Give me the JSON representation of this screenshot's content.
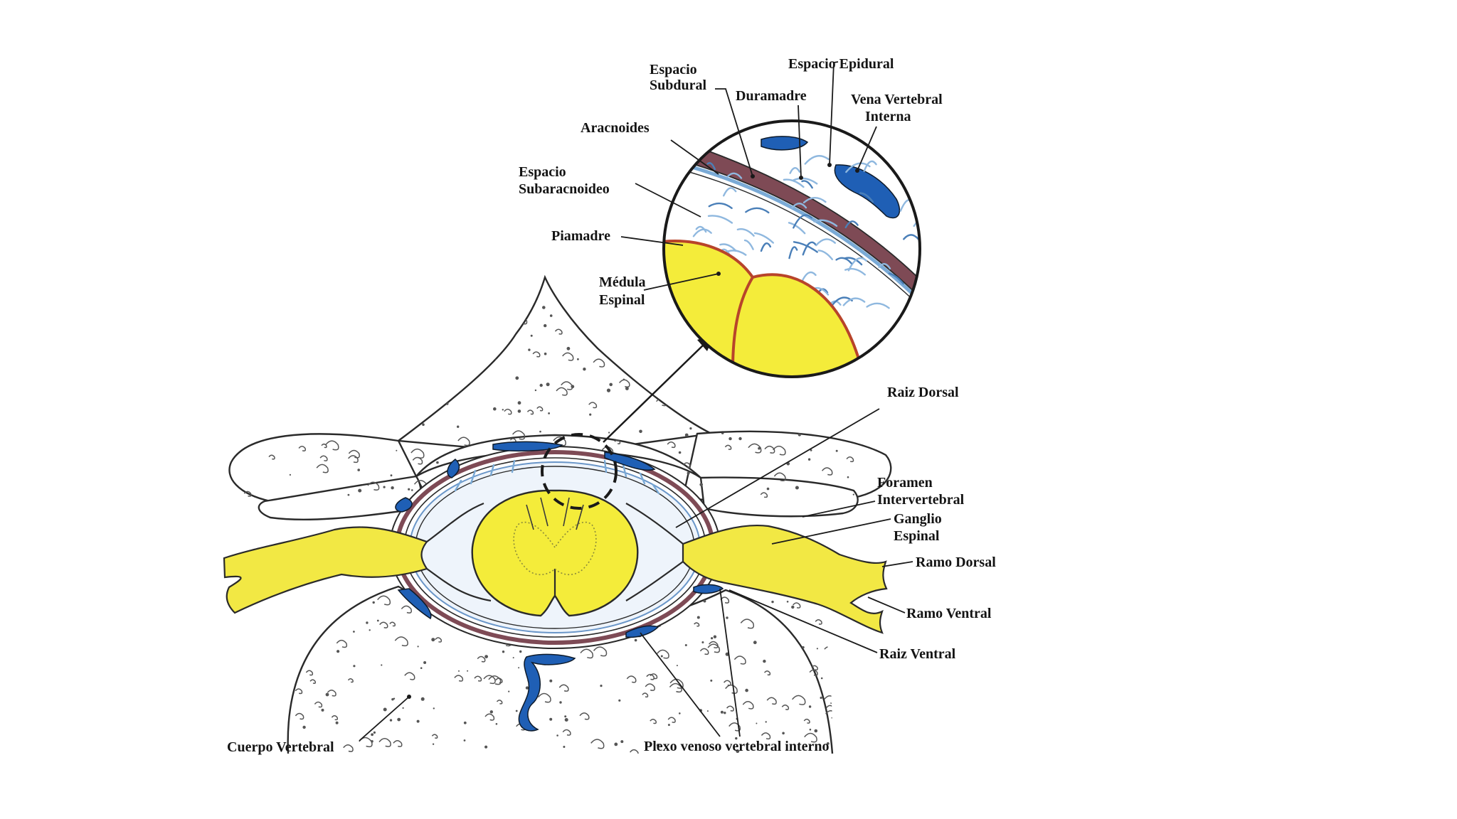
{
  "colors": {
    "cord": "#f4ec3a",
    "nerve": "#f2e844",
    "vein": "#1f5fb5",
    "dura": "#7e4a55",
    "arachnoid_web": "#7aaad6",
    "outline": "#2a2a2a"
  },
  "labels": {
    "espacio_subdural": [
      "Espacio",
      "Subdural"
    ],
    "espacio_epidural": "Espacio Epidural",
    "duramadre": "Duramadre",
    "vena_vertebral_interna": [
      "Vena Vertebral",
      "Interna"
    ],
    "aracnoides": "Aracnoides",
    "espacio_subaracnoideo": [
      "Espacio",
      "Subaracnoideo"
    ],
    "piamadre": "Piamadre",
    "medula_espinal": [
      "Médula",
      "Espinal"
    ],
    "raiz_dorsal": "Raiz Dorsal",
    "foramen_intervertebral": [
      "Foramen",
      "Intervertebral"
    ],
    "ganglio_espinal": [
      "Ganglio",
      "Espinal"
    ],
    "ramo_dorsal": "Ramo Dorsal",
    "ramo_ventral": "Ramo Ventral",
    "raiz_ventral": "Raiz Ventral",
    "cuerpo_vertebral": "Cuerpo Vertebral",
    "plexo_venoso": "Plexo venoso vertebral interno"
  }
}
